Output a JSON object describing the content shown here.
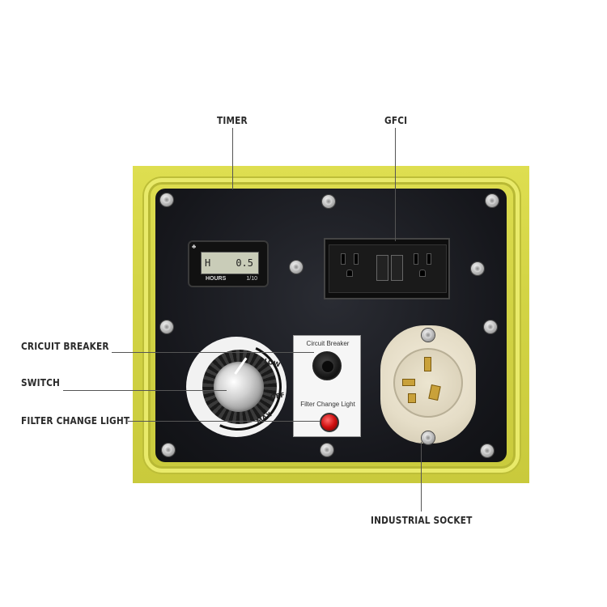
{
  "callouts": {
    "timer": "TIMER",
    "gfci": "GFCI",
    "circuit_breaker": "CRICUIT BREAKER",
    "switch": "SWITCH",
    "filter_change_light": "FILTER CHANGE LIGHT",
    "industrial_socket": "INDUSTRIAL SOCKET"
  },
  "timer_display": {
    "hours_label": "HOURS",
    "scale": "1/10",
    "h_mark": "H",
    "value": "0.5"
  },
  "dial": {
    "low": "LOW",
    "off": "OFF",
    "max": "MAX"
  },
  "control_plate": {
    "breaker_label": "Circuit Breaker",
    "light_label": "Filter Change Light"
  },
  "colors": {
    "frame": "#d3d445",
    "panel": "#16171c",
    "indicator": "#d01010"
  }
}
